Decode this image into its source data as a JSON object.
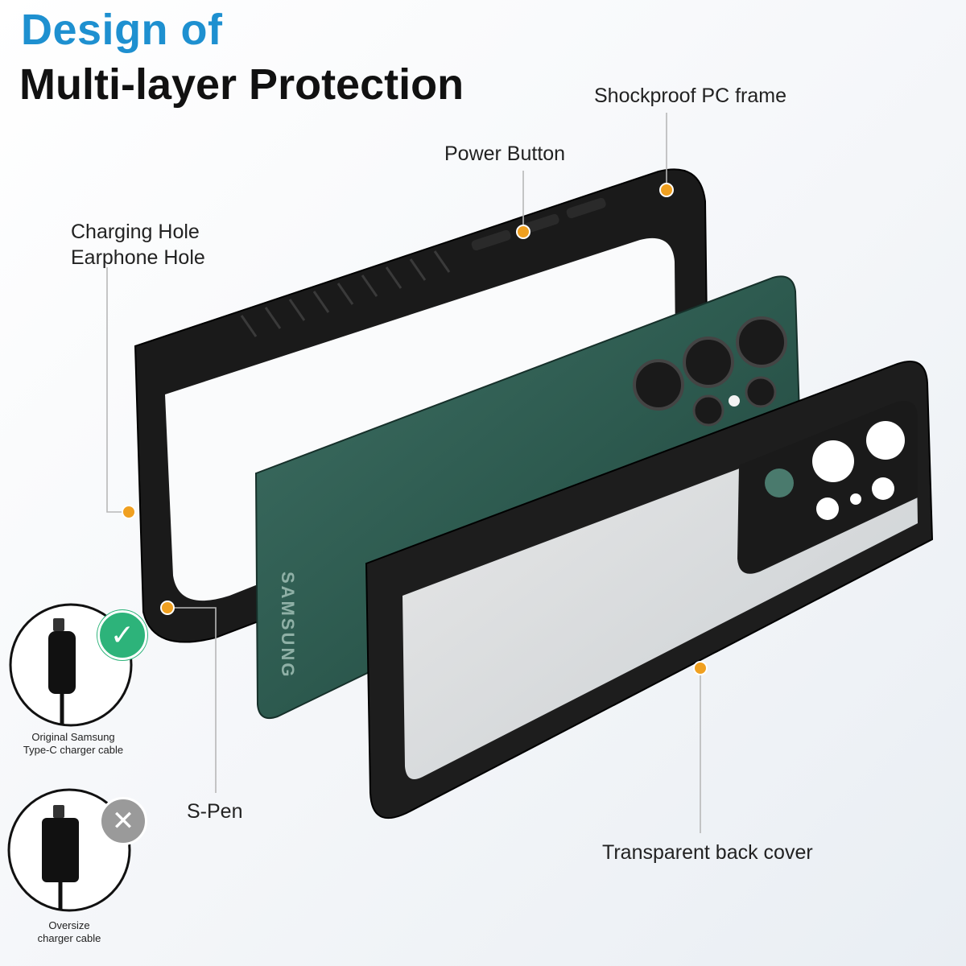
{
  "heading": {
    "line1": "Design of",
    "line2": "Multi-layer Protection"
  },
  "colors": {
    "heading_accent": "#1e90d0",
    "callout_dot": "#f0a020",
    "check_badge": "#2db37a",
    "cross_badge": "#9a9a9a",
    "phone_green": "#2f5b50"
  },
  "labels": {
    "shockproof": "Shockproof PC frame",
    "power_button": "Power Button",
    "charging_hole": "Charging Hole",
    "earphone_hole": "Earphone Hole",
    "s_pen": "S-Pen",
    "back_cover": "Transparent back cover"
  },
  "phone": {
    "brand": "SAMSUNG"
  },
  "cables": {
    "original_line1": "Original Samsung",
    "original_line2": "Type-C charger cable",
    "oversize_line1": "Oversize",
    "oversize_line2": "charger cable",
    "original_badge_icon": "check-icon",
    "oversize_badge_icon": "cross-icon"
  }
}
